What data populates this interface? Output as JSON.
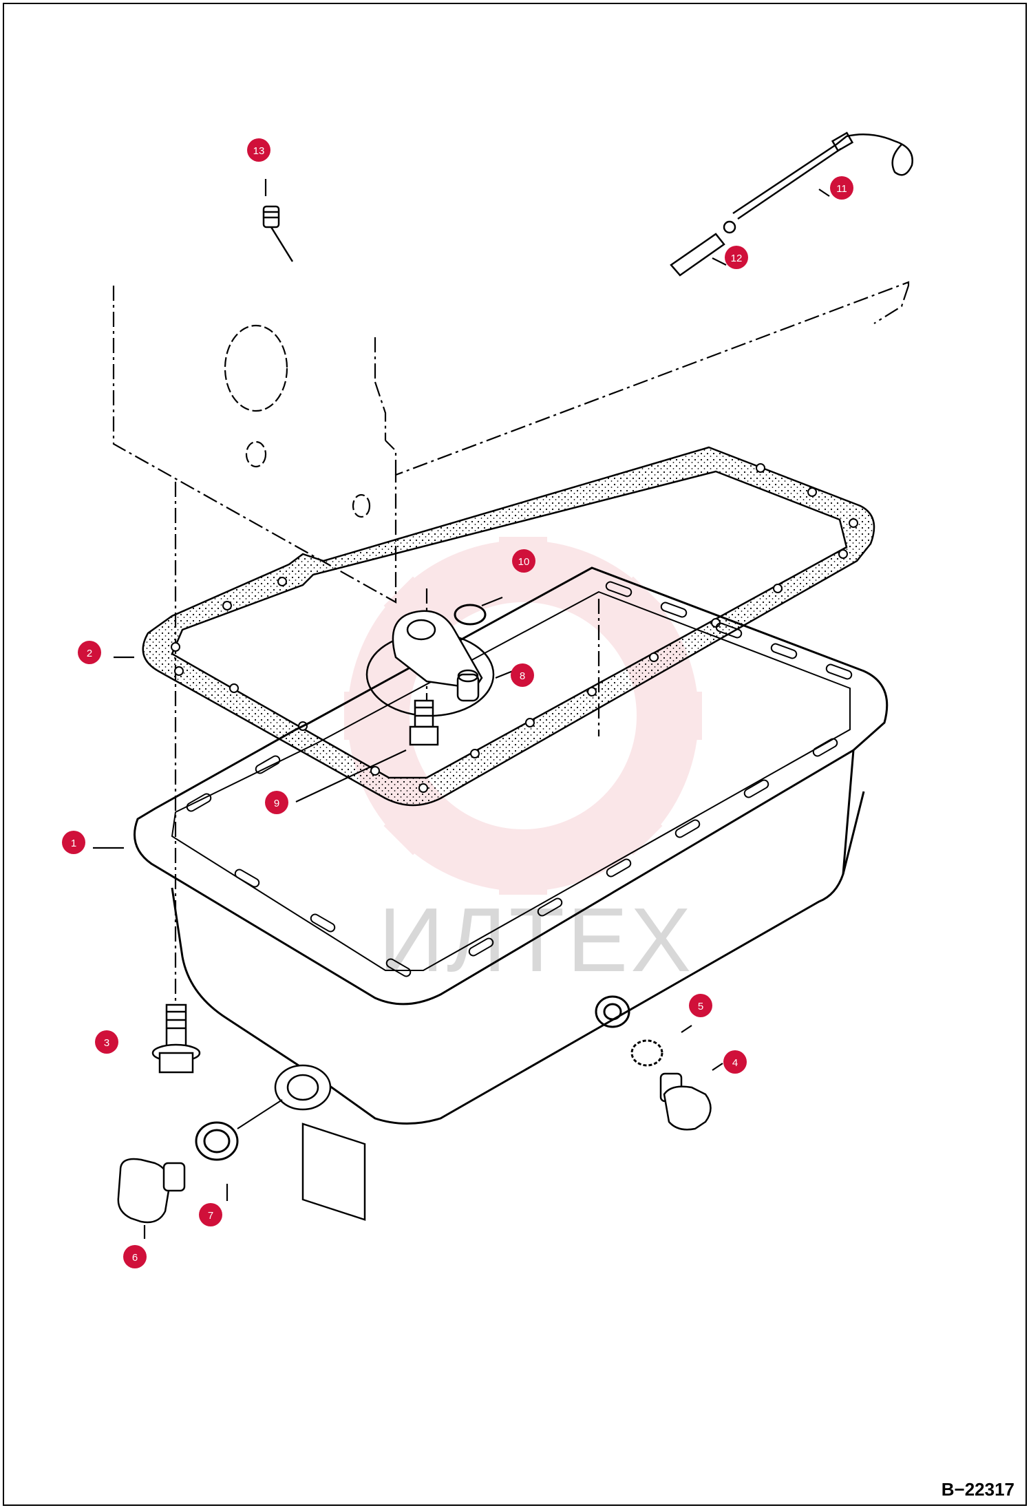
{
  "diagram": {
    "reference_code": "B−22317",
    "watermark_text": "ИЛТЕХ",
    "colors": {
      "callout_fill": "#d0103a",
      "callout_text": "#ffffff",
      "line": "#000000",
      "watermark": "#f2b8c0"
    },
    "callouts": [
      {
        "id": "callout-1",
        "number": "1",
        "part": "oil pan"
      },
      {
        "id": "callout-2",
        "number": "2",
        "part": "oil pan gasket"
      },
      {
        "id": "callout-3",
        "number": "3",
        "part": "flange bolt"
      },
      {
        "id": "callout-4",
        "number": "4",
        "part": "drain plug"
      },
      {
        "id": "callout-5",
        "number": "5",
        "part": "drain plug washer"
      },
      {
        "id": "callout-6",
        "number": "6",
        "part": "drain plug"
      },
      {
        "id": "callout-7",
        "number": "7",
        "part": "drain plug washer"
      },
      {
        "id": "callout-8",
        "number": "8",
        "part": "oil strainer"
      },
      {
        "id": "callout-9",
        "number": "9",
        "part": "strainer bolt"
      },
      {
        "id": "callout-10",
        "number": "10",
        "part": "o-ring"
      },
      {
        "id": "callout-11",
        "number": "11",
        "part": "dipstick"
      },
      {
        "id": "callout-12",
        "number": "12",
        "part": "dipstick guide"
      },
      {
        "id": "callout-13",
        "number": "13",
        "part": "stud"
      }
    ]
  }
}
